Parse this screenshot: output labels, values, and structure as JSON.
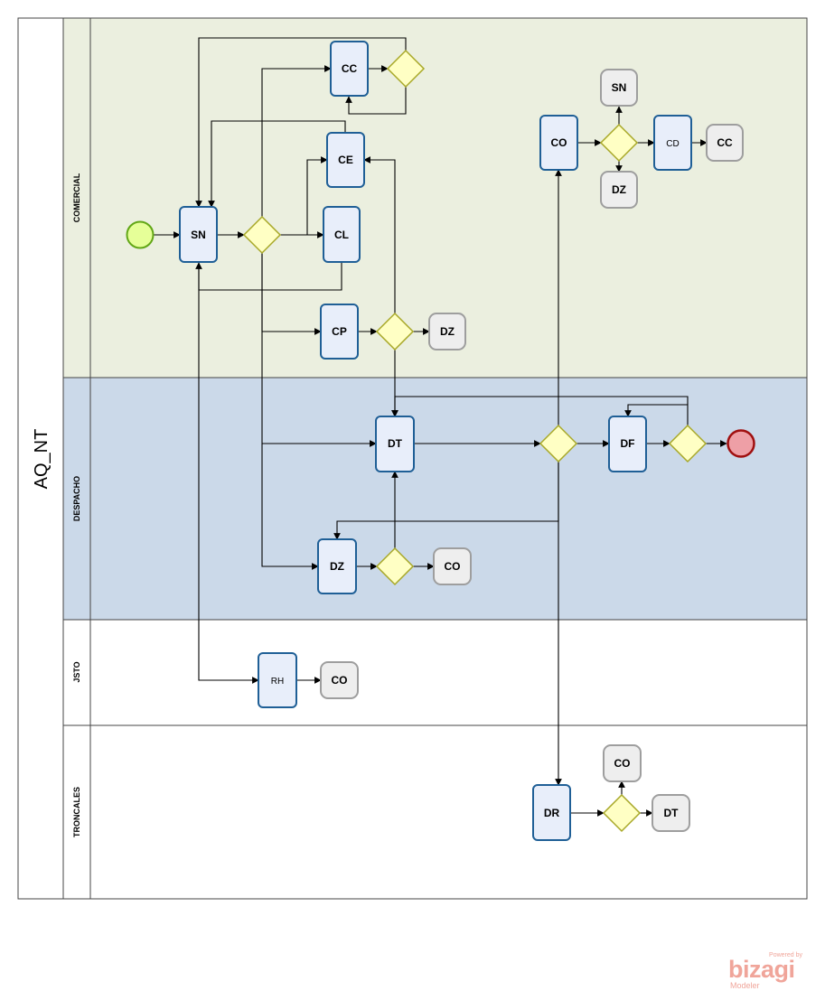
{
  "pool": {
    "name": "AQ_NT"
  },
  "lanes": [
    {
      "id": "comercial",
      "name": "COMERCIAL",
      "color": "#ebefdf"
    },
    {
      "id": "despacho",
      "name": "DESPACHO",
      "color": "#cbd9e9"
    },
    {
      "id": "jsto",
      "name": "JSTO",
      "color": "#ffffff"
    },
    {
      "id": "troncales",
      "name": "TRONCALES",
      "color": "#ffffff"
    }
  ],
  "tasks": {
    "sn": "SN",
    "cc": "CC",
    "ce": "CE",
    "cl": "CL",
    "cp": "CP",
    "dz_cp": "DZ",
    "co_com": "CO",
    "sn_co": "SN",
    "dz_co": "DZ",
    "cd": "CD",
    "cc_cd": "CC",
    "dt": "DT",
    "df": "DF",
    "dz_desp": "DZ",
    "co_desp": "CO",
    "rh": "RH",
    "co_jsto": "CO",
    "dr": "DR",
    "co_tron": "CO",
    "dt_tron": "DT"
  },
  "colors": {
    "task_fill": "#e8eefa",
    "task_stroke": "#1f5f96",
    "ref_fill": "#eeeeee",
    "ref_stroke": "#9e9e9e",
    "gateway_fill": "#ffffc4",
    "gateway_stroke": "#a8a828",
    "start_fill": "#e6ff98",
    "start_stroke": "#62a716",
    "end_fill": "#ee9fa6",
    "end_stroke": "#a00f0f"
  },
  "watermark": {
    "powered": "Powered by",
    "brand": "bizagi",
    "sub": "Modeler"
  }
}
